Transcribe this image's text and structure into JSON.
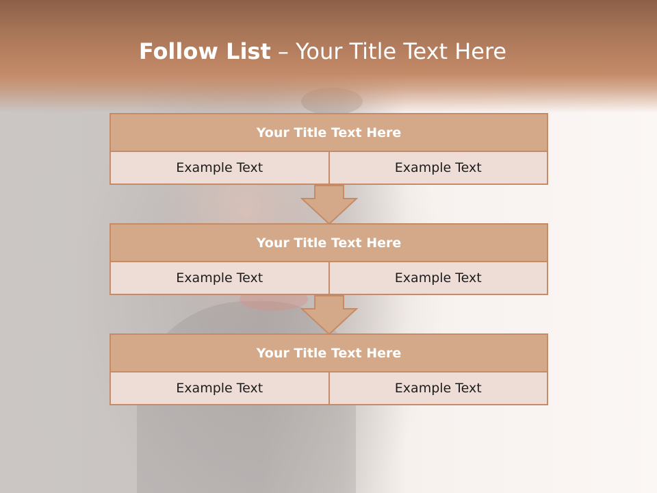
{
  "title": {
    "bold": "Follow List",
    "separator": " – ",
    "rest": "Your Title Text Here"
  },
  "blocks": [
    {
      "header": "Your Title Text Here",
      "left": "Example Text",
      "right": "Example Text"
    },
    {
      "header": "Your Title Text Here",
      "left": "Example Text",
      "right": "Example Text"
    },
    {
      "header": "Your Title Text Here",
      "left": "Example Text",
      "right": "Example Text"
    }
  ],
  "colors": {
    "title_band": "#c48a68",
    "header_fill": "#d3a98a",
    "cell_fill": "#eeddd6",
    "border": "#c58a66"
  },
  "icons": [
    "down-arrow-icon"
  ]
}
